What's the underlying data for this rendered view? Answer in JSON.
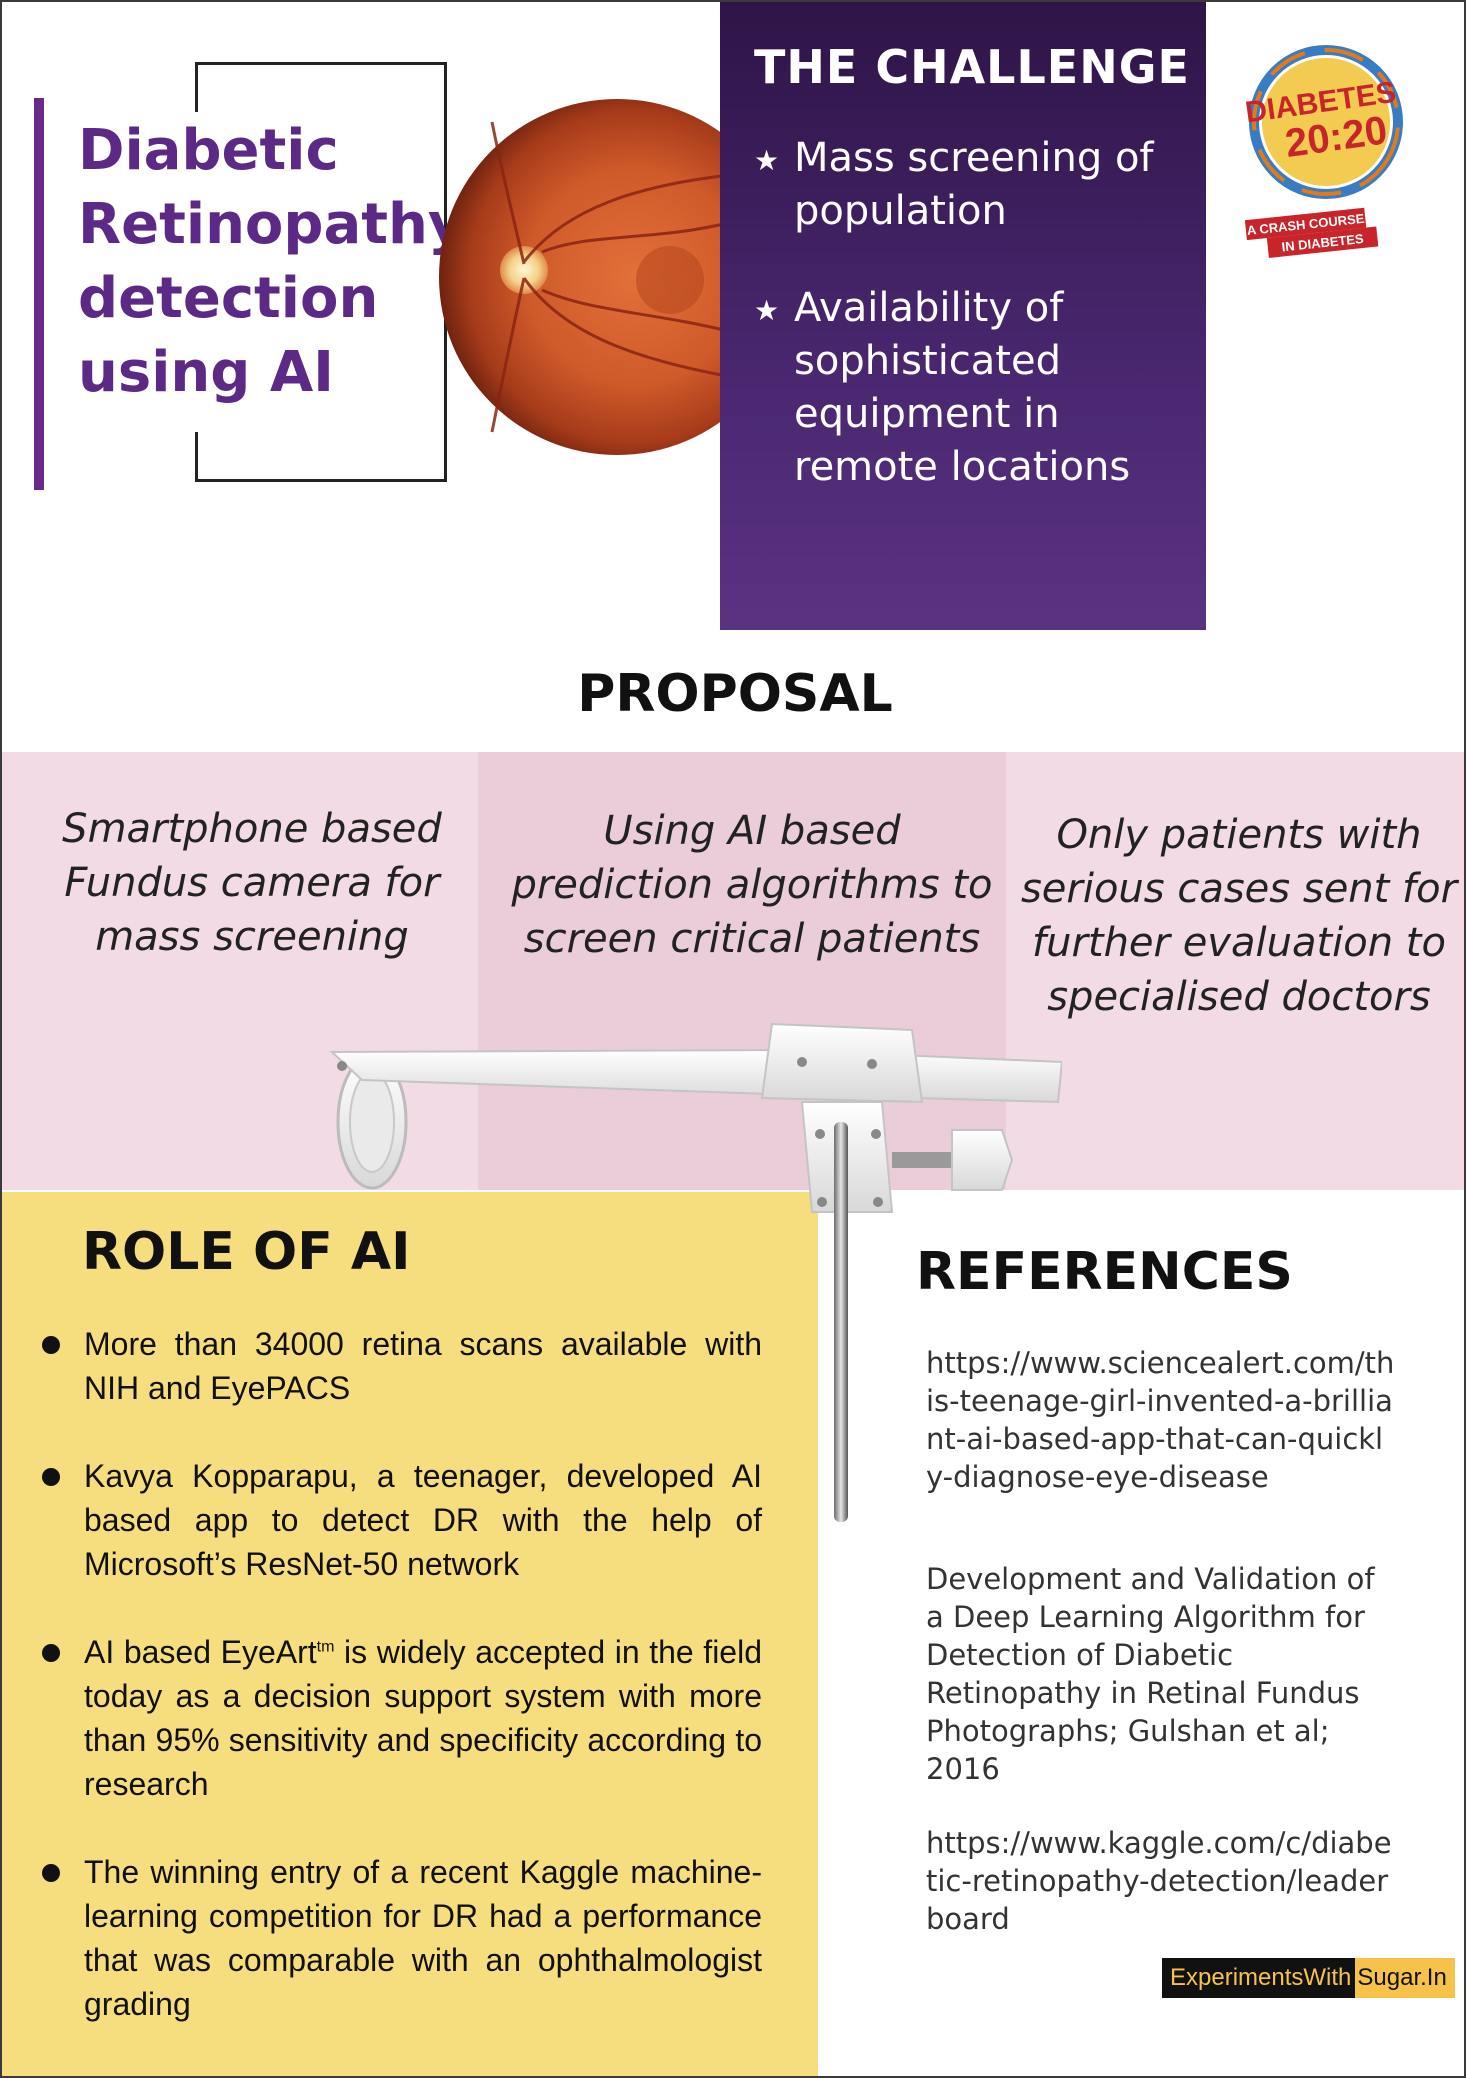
{
  "title": "Diabetic Retinopathy detection using AI",
  "challenge": {
    "heading": "THE CHALLENGE",
    "items": [
      "Mass screening of population",
      "Availability of sophisticated equipment in remote locations"
    ]
  },
  "logo": {
    "line1": "DIABETES",
    "line2": "20:20",
    "ribbon1": "A CRASH COURSE",
    "ribbon2": "IN DIABETES"
  },
  "proposal": {
    "heading": "PROPOSAL",
    "items": [
      "Smartphone based Fundus camera for mass screening",
      "Using AI based prediction algorithms to screen critical patients",
      "Only patients with serious cases sent for further evaluation to specialised doctors"
    ]
  },
  "role": {
    "heading": "ROLE OF AI",
    "item0": "More than 34000 retina scans available with NIH and EyePACS",
    "item1": "Kavya Kopparapu, a teenager, developed AI based app to detect DR with the help of Microsoft’s ResNet-50 network",
    "item2_pre": "AI based EyeArt",
    "item2_sup": "tm",
    "item2_post": " is widely accepted in the field today as a decision support system with more than 95% sensitivity and specificity according to research",
    "item3": "The winning entry of a recent Kaggle machine-learning competition for DR had a performance that was comparable with an ophthalmologist grading"
  },
  "references": {
    "heading": "REFERENCES",
    "items": [
      "https://www.sciencealert.com/this-teenage-girl-invented-a-brilliant-ai-based-app-that-can-quickly-diagnose-eye-disease",
      "Development and Validation of a Deep Learning Algorithm for Detection of Diabetic Retinopathy in Retinal Fundus Photographs; Gulshan et al; 2016",
      "https://www.kaggle.com/c/diabetic-retinopathy-detection/leaderboard"
    ]
  },
  "badge": {
    "part1": "ExperimentsWith",
    "part2": "Sugar.In"
  },
  "colors": {
    "title_purple": "#5c2a86",
    "challenge_bg": "#3b1d5a",
    "proposal_pink": "#f2dbe4",
    "role_yellow": "#f6dd7e",
    "badge_gold": "#f6c24a"
  }
}
